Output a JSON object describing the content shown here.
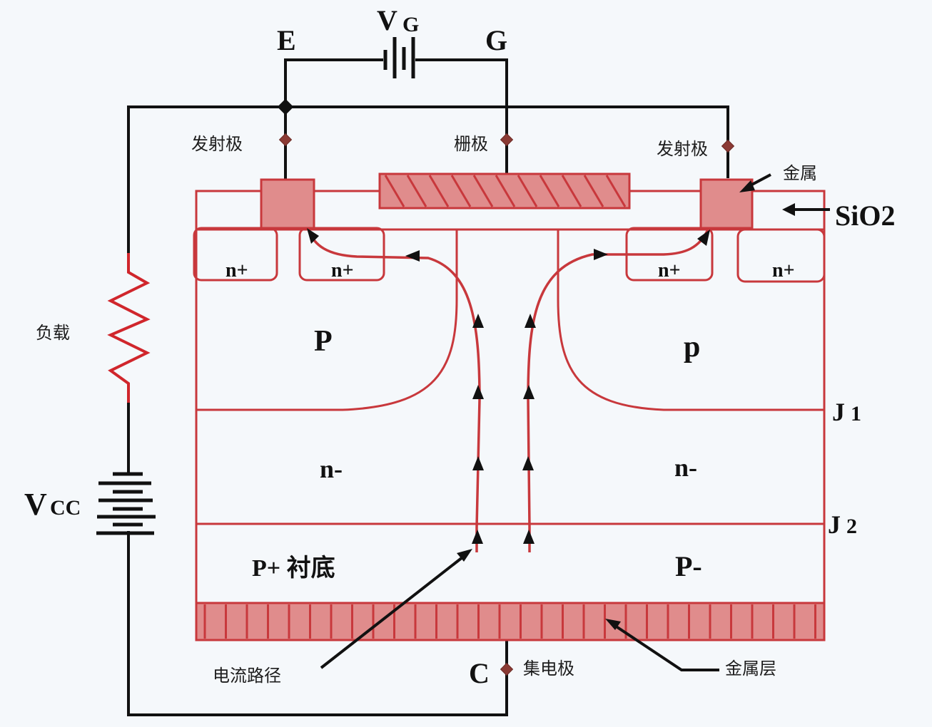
{
  "diagram": {
    "title": "IGBT structure and current path",
    "colors": {
      "background": "#f5f8fb",
      "region_stroke": "#c8383c",
      "metal_fill": "#e08c8c",
      "wire": "#111111",
      "node": "#8b3a34"
    },
    "terminals": {
      "emitter": "E",
      "gate": "G",
      "collector": "C",
      "gate_voltage_main": "V",
      "gate_voltage_sub": "G",
      "supply_voltage_main": "V",
      "supply_voltage_sub": "CC"
    },
    "labels": {
      "emitter_left": "发射极",
      "gate": "栅极",
      "emitter_right": "发射极",
      "metal": "金属",
      "sio2": "SiO2",
      "load": "负载",
      "collector": "集电极",
      "metal_layer": "金属层",
      "current_path": "电流路径"
    },
    "regions": {
      "n_plus_1": "n+",
      "n_plus_2": "n+",
      "n_plus_3": "n+",
      "n_plus_4": "n+",
      "p_left": "P",
      "p_right": "p",
      "n_minus_left": "n-",
      "n_minus_right": "n-",
      "p_plus_substrate": "P+ 衬底",
      "p_minus": "P-"
    },
    "junctions": {
      "j1_main": "J",
      "j1_sub": "1",
      "j2_main": "J",
      "j2_sub": "2"
    },
    "icons": {
      "gate_battery": "battery-icon",
      "supply_battery": "battery-icon",
      "load": "resistor-icon"
    }
  }
}
